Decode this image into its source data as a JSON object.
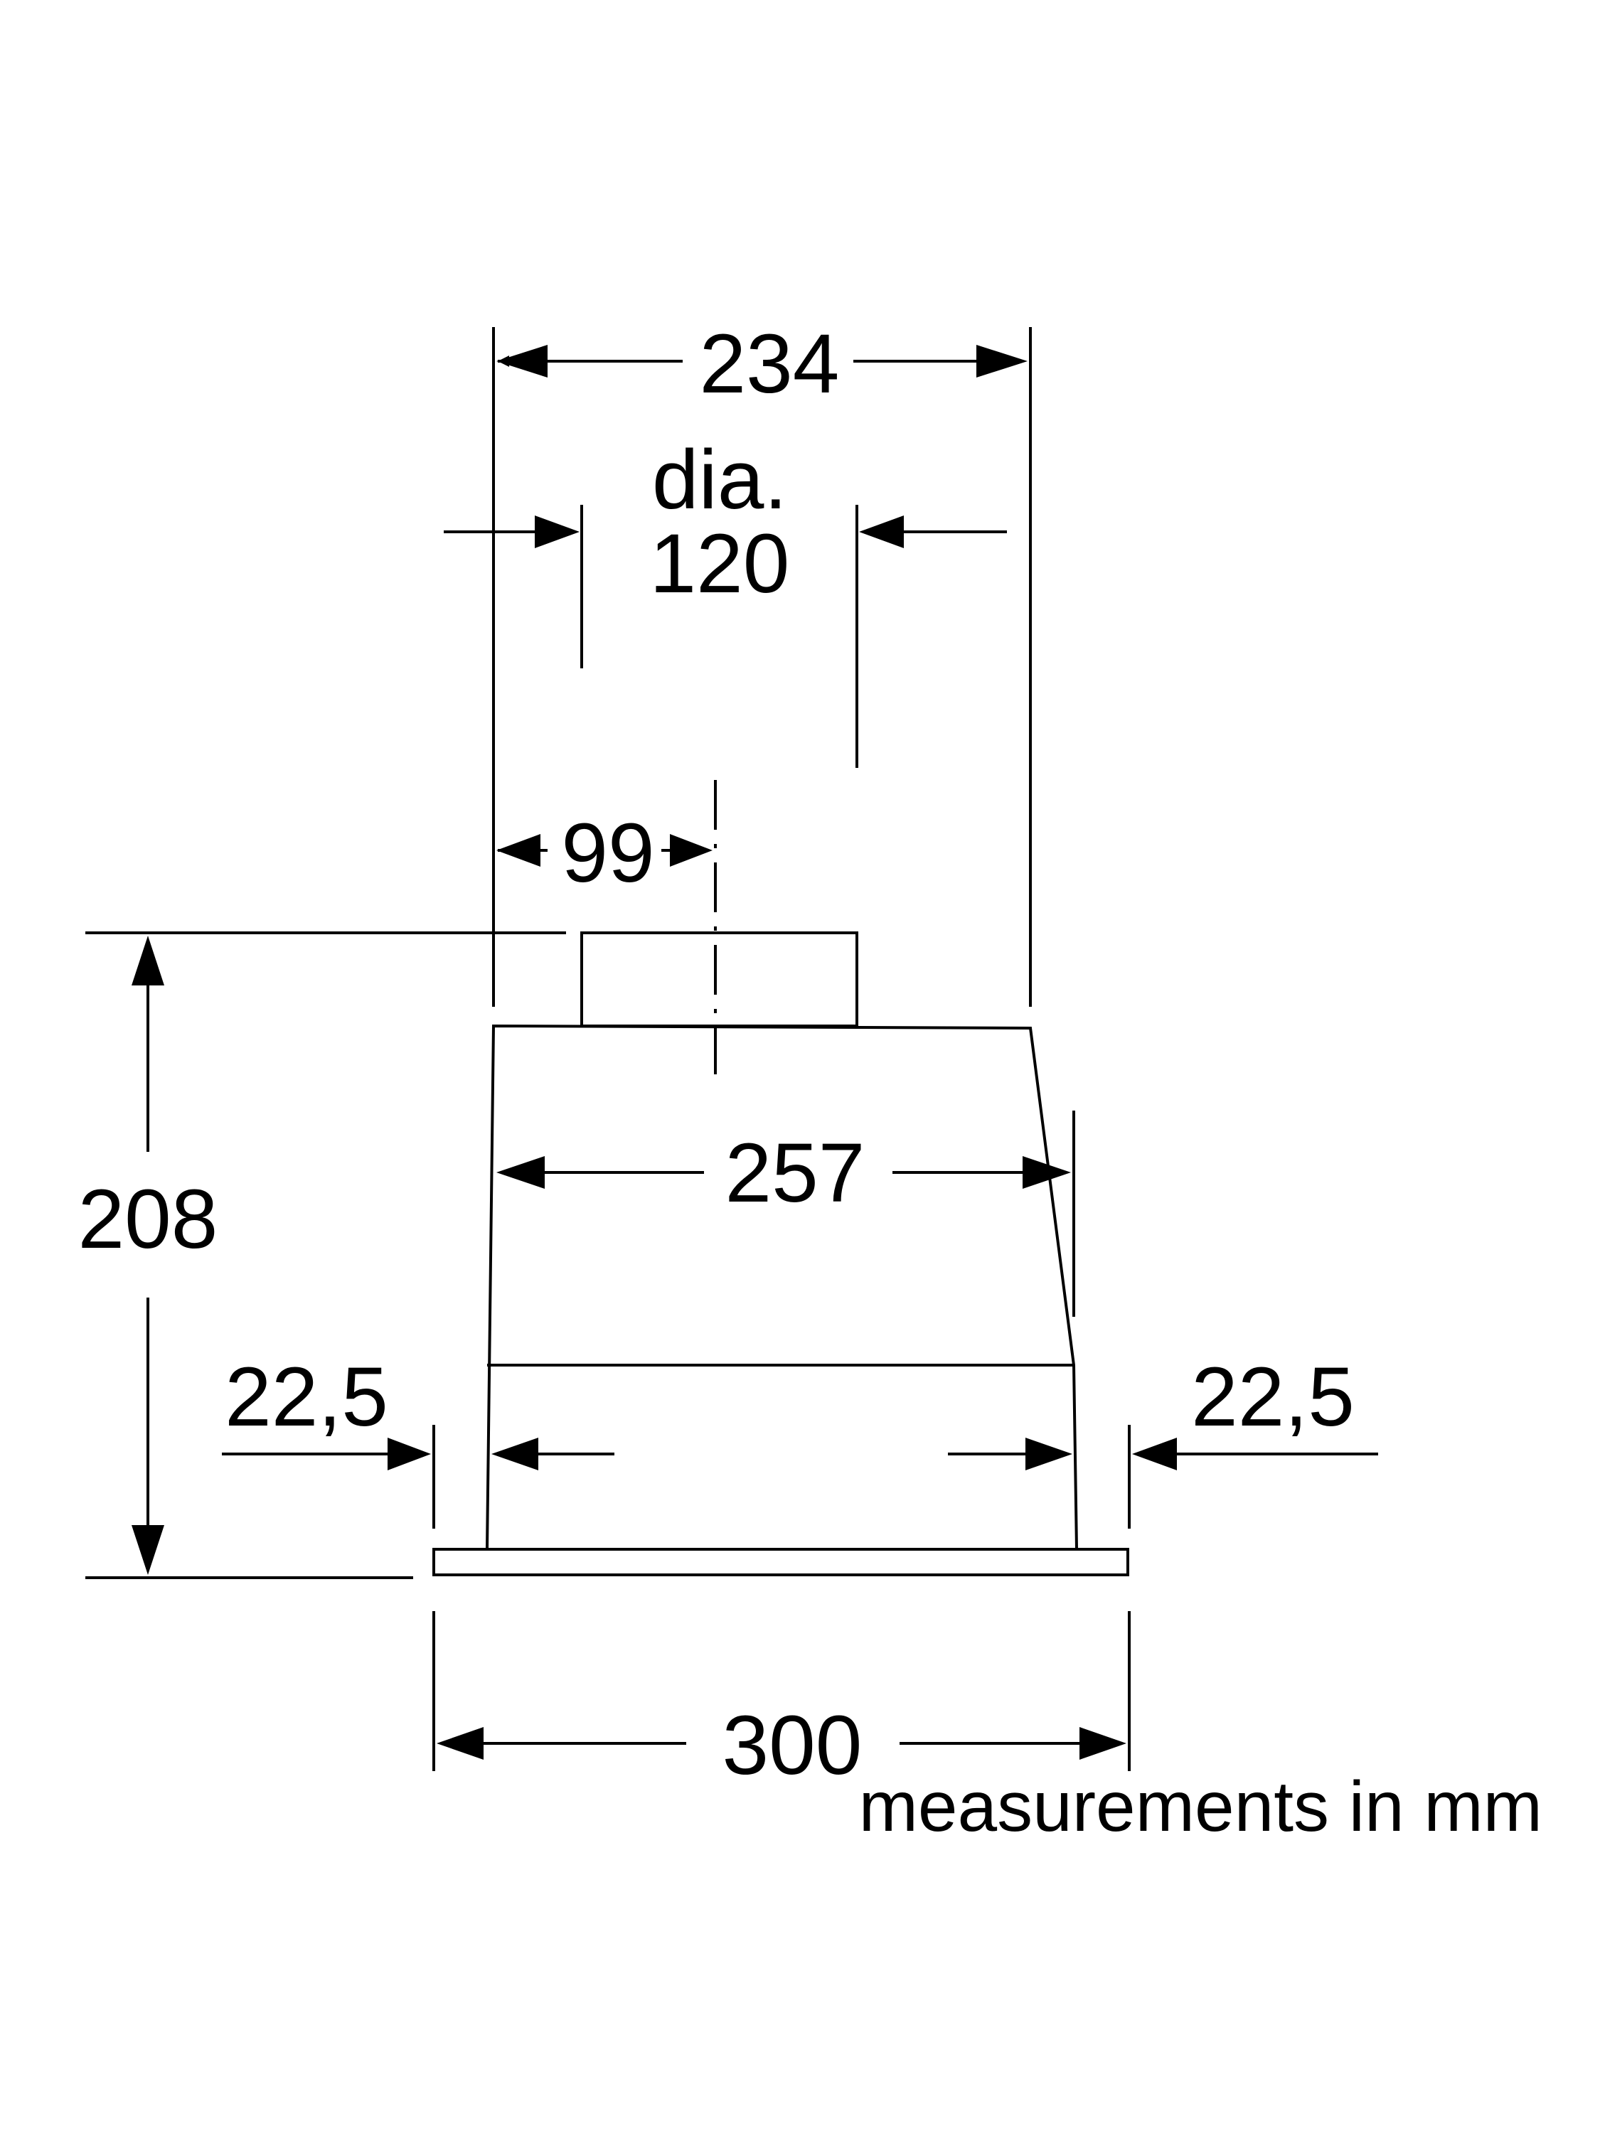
{
  "diagram": {
    "dimensions": {
      "top_width": "234",
      "duct_label_line1": "dia.",
      "duct_label_line2": "120",
      "duct_offset": "99",
      "body_width": "257",
      "height": "208",
      "left_margin": "22,5",
      "right_margin": "22,5",
      "total_width": "300"
    },
    "units_note": "measurements in mm",
    "colors": {
      "line": "#000000",
      "background": "#ffffff"
    }
  }
}
